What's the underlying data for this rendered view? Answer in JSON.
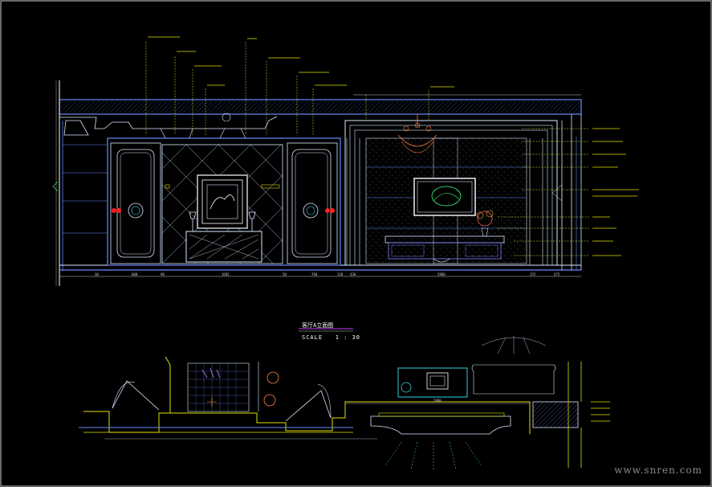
{
  "drawing": {
    "title": "客厅A立面图",
    "scale_label": "SCALE",
    "scale_value": "1 : 30",
    "watermark": "www.snren.com"
  },
  "elevation_dimensions": [
    "30",
    "600",
    "90",
    "1605",
    "50",
    "760",
    "120",
    "430",
    "2880",
    "155",
    "475"
  ],
  "plan_dimensions": [
    "2880"
  ],
  "colors": {
    "background": "#000000",
    "wall_lines": "#6a8aff",
    "panel_lines": "#d8e8ff",
    "leader_lines": "#d8ff40",
    "dimension_text": "#d0d0d0",
    "magenta_accent": "#c040ff",
    "cyan_equipment": "#30d0e0",
    "yellow_walls": "#e0e000"
  },
  "icons": [
    "chandelier-icon",
    "flower-vase-icon",
    "door-medallion-icon",
    "tv-screen-icon",
    "table-lamp-icon"
  ]
}
